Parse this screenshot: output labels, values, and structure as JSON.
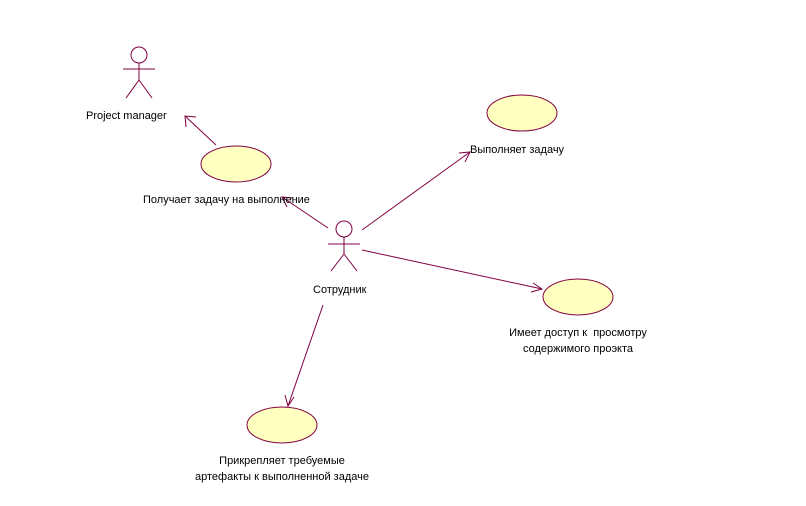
{
  "actors": {
    "project_manager": "Project manager",
    "employee": "Сотрудник"
  },
  "use_cases": {
    "receives_task": "Получает задачу на выполнение",
    "performs_task": "Выполняет задачу",
    "has_access_line1": "Имеет доступ к  просмотру",
    "has_access_line2": "содержимого проэкта",
    "attaches_line1": "Прикрепляет требуемые",
    "attaches_line2": "артефакты к выполненной задаче"
  },
  "colors": {
    "line": "#800040",
    "ellipse_fill": "#ffffc0",
    "text": "#000000",
    "background": "#ffffff"
  }
}
